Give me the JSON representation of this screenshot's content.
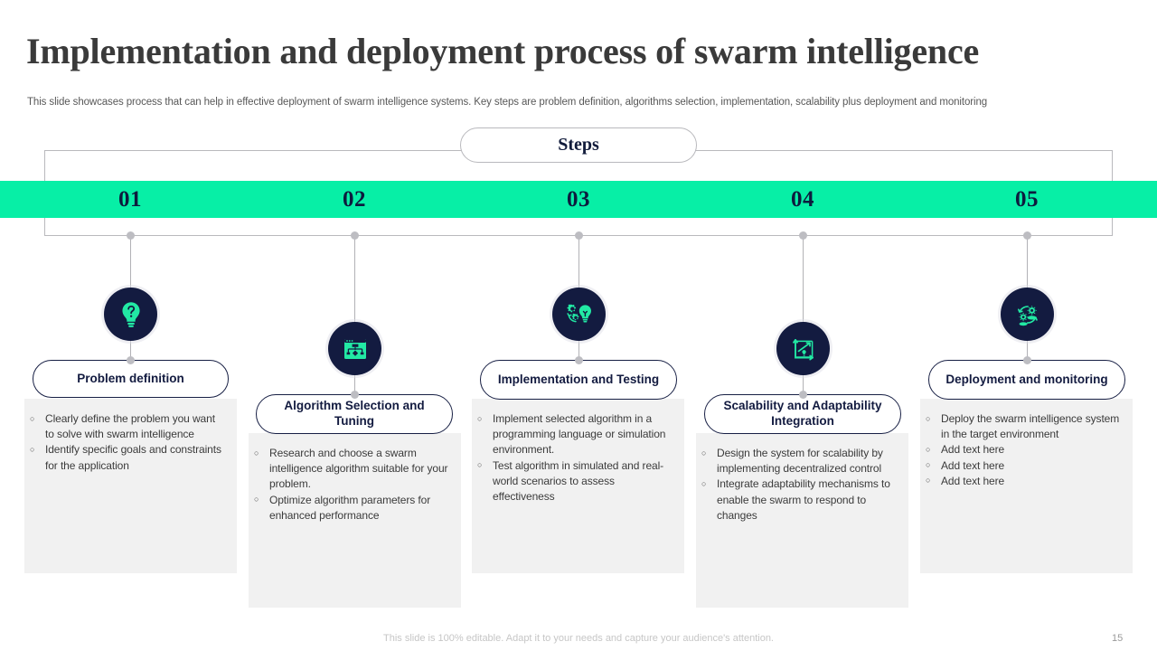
{
  "slide": {
    "title": "Implementation and deployment process of swarm intelligence",
    "subtitle": "This slide showcases process that can help in effective  deployment of swarm intelligence systems. Key steps are problem definition, algorithms selection, implementation, scalability  plus deployment and monitoring",
    "banner_label": "Steps",
    "footer_note": "This slide is 100% editable. Adapt it to your needs and capture your audience's attention.",
    "page_number": "15"
  },
  "colors": {
    "accent_green": "#07efa6",
    "dark_navy": "#131b40",
    "box_grey": "#f1f1f1",
    "line_grey": "#b9b9bd",
    "title_grey": "#3a3a3a"
  },
  "steps": [
    {
      "number": "01",
      "icon": "lightbulb-question-icon",
      "label": "Problem definition",
      "bullets": [
        "Clearly define the problem you want to solve with swarm intelligence",
        "Identify specific goals and constraints for the application"
      ]
    },
    {
      "number": "02",
      "icon": "algorithm-flowchart-icon",
      "label": "Algorithm Selection and Tuning",
      "bullets": [
        "Research and choose a swarm intelligence algorithm suitable for your problem.",
        "Optimize algorithm parameters for enhanced performance"
      ]
    },
    {
      "number": "03",
      "icon": "gears-lightbulb-icon",
      "label": "Implementation and Testing",
      "bullets": [
        "Implement selected algorithm in a  programming language or simulation environment.",
        "Test algorithm in simulated and real-world scenarios to assess effectiveness"
      ]
    },
    {
      "number": "04",
      "icon": "scalability-growth-chart-icon",
      "label": "Scalability and Adaptability Integration",
      "bullets": [
        "Design the system for scalability by implementing decentralized control",
        "Integrate adaptability mechanisms to enable the swarm to respond to changes"
      ]
    },
    {
      "number": "05",
      "icon": "deployment-gears-cycle-icon",
      "label": "Deployment and monitoring",
      "bullets": [
        "Deploy the swarm intelligence system in the target environment",
        "Add text here",
        "Add text here",
        "Add text here"
      ]
    }
  ]
}
